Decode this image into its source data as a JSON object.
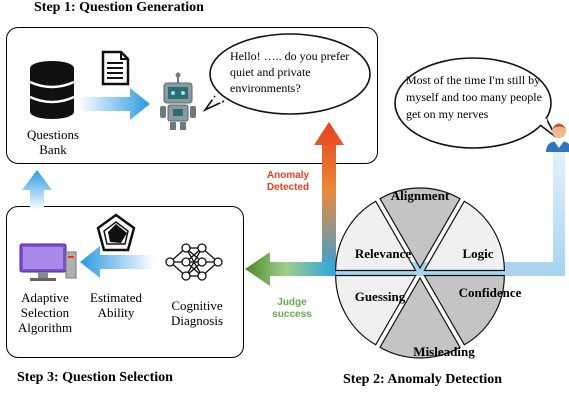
{
  "steps": {
    "step1": "Step 1: Question Generation",
    "step2": "Step 2: Anomaly Detection",
    "step3": "Step 3: Question Selection"
  },
  "step1_box": {
    "questions_bank": "Questions\nBank",
    "bubble": "Hello! ….. do you prefer quiet and private environments?"
  },
  "user_bubble": "Most of the time I'm still by myself and too many people get on my nerves",
  "anomaly": {
    "text": "Anomaly\nDetected",
    "color": "#e8401c"
  },
  "judge": {
    "text": "Judge\nsuccess",
    "color": "#6aa84f"
  },
  "wheel": {
    "segments": [
      "Alignment",
      "Logic",
      "Confidence",
      "Misleading",
      "Guessing",
      "Relevance"
    ],
    "dark_color": "#c4c4c4",
    "light_color": "#f0f0f0"
  },
  "step3_box": {
    "adaptive": "Adaptive\nSelection\nAlgorithm",
    "estimated": "Estimated\nAbility",
    "cognitive": "Cognitive\nDiagnosis"
  },
  "colors": {
    "arrow_blue": "#2aa3e4",
    "arrow_light": "#cfe7f7"
  }
}
